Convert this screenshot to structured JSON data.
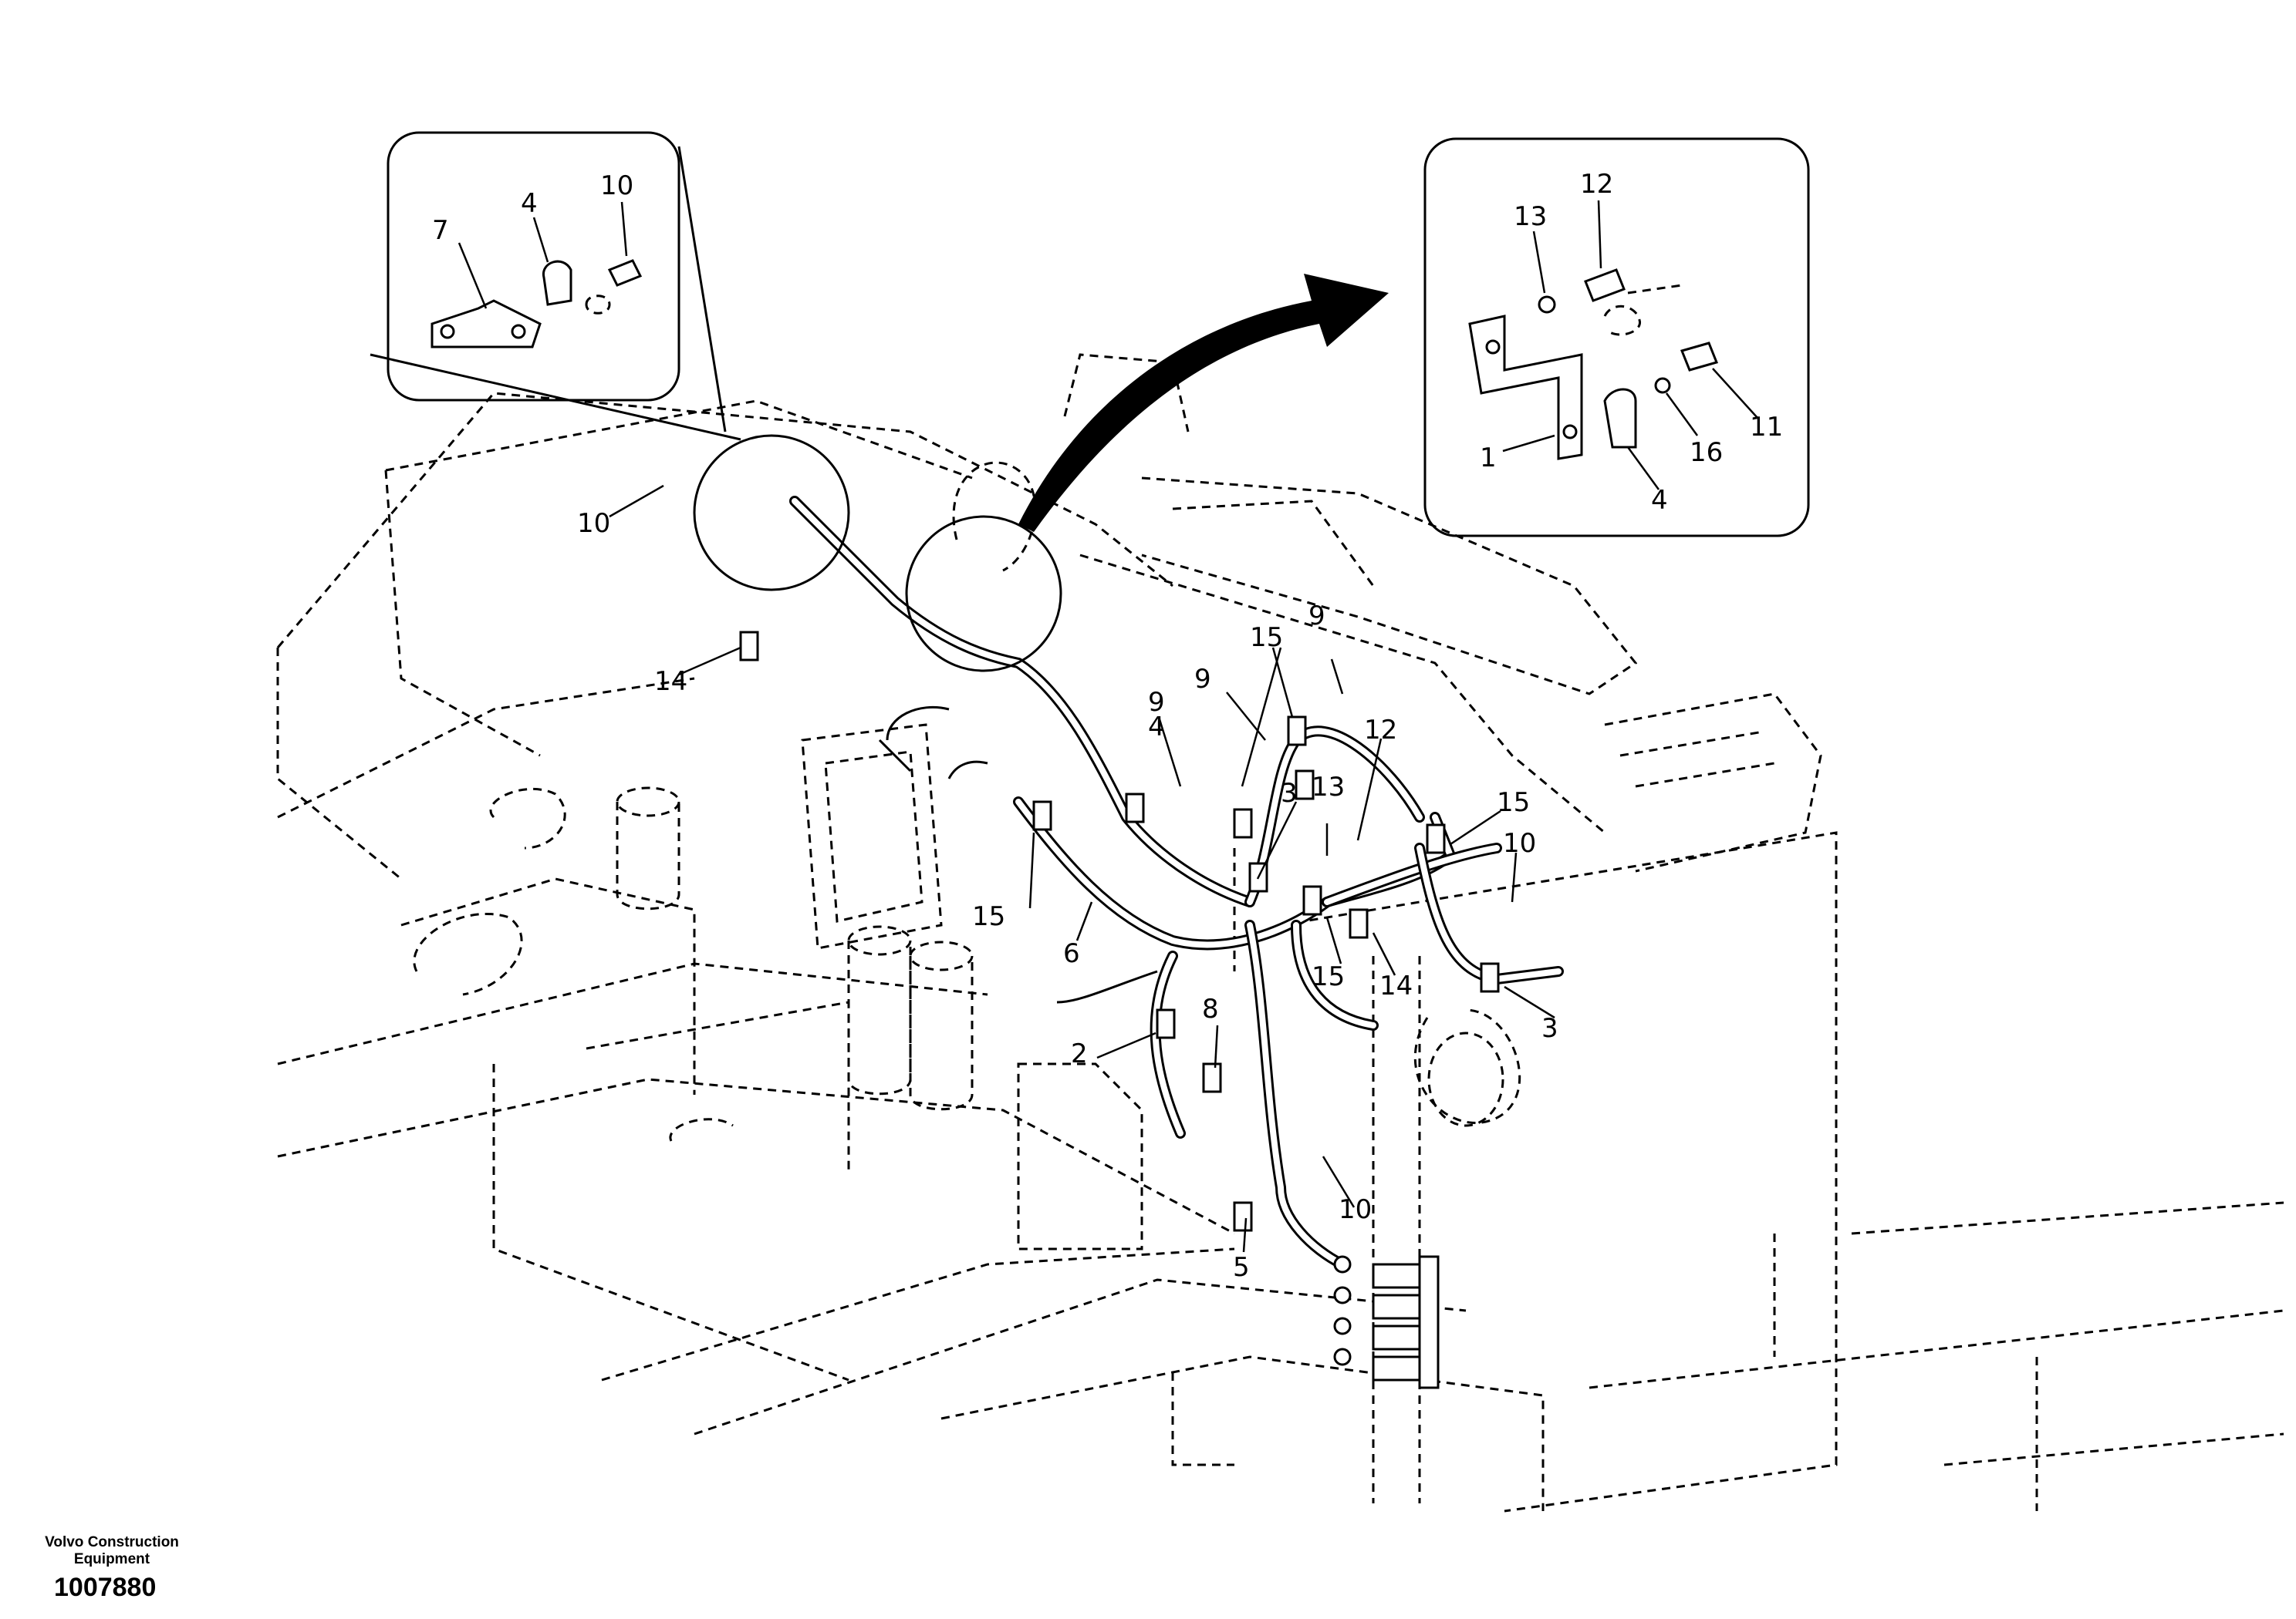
{
  "footer": {
    "brand": "Volvo Construction Equipment",
    "part_number": "1007880"
  },
  "callouts": {
    "c7": "7",
    "c4_inset_left": "4",
    "c10_inset_left": "10",
    "c13_inset_right": "13",
    "c12_inset_right": "12",
    "c11": "11",
    "c16": "16",
    "c1": "1",
    "c4_inset_right": "4",
    "c10_a": "10",
    "c14_a": "14",
    "c15_a": "15",
    "c9_a": "9",
    "c9_b": "9",
    "c4_a": "4",
    "c9_c": "9",
    "c12_a": "12",
    "c3_a": "3",
    "c13_a": "13",
    "c15_b": "15",
    "c10_b": "10",
    "c15_c": "15",
    "c6": "6",
    "c15_d": "15",
    "c14_b": "14",
    "c3_b": "3",
    "c2": "2",
    "c8": "8",
    "c10_c": "10",
    "c5": "5"
  }
}
